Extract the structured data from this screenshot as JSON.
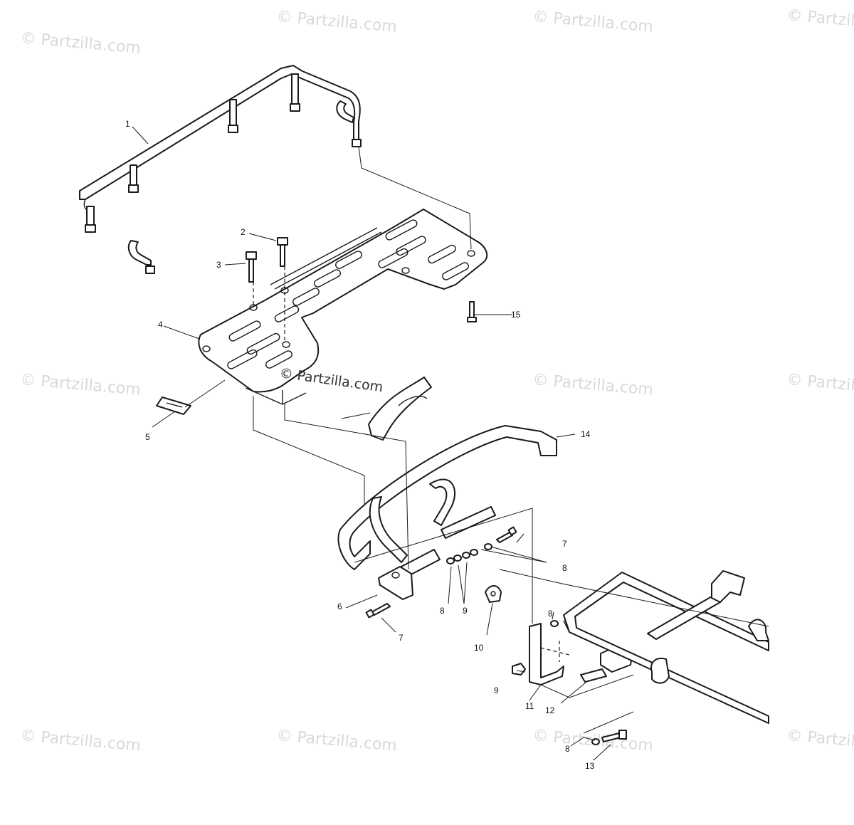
{
  "watermark": {
    "text": "© Partzilla.com"
  },
  "callouts": [
    {
      "id": "c1",
      "label": "1"
    },
    {
      "id": "c2",
      "label": "2"
    },
    {
      "id": "c3",
      "label": "3"
    },
    {
      "id": "c4",
      "label": "4"
    },
    {
      "id": "c5",
      "label": "5"
    },
    {
      "id": "c6",
      "label": "6"
    },
    {
      "id": "c7a",
      "label": "7"
    },
    {
      "id": "c7b",
      "label": "7"
    },
    {
      "id": "c8a",
      "label": "8"
    },
    {
      "id": "c8b",
      "label": "8"
    },
    {
      "id": "c8c",
      "label": "8"
    },
    {
      "id": "c8d",
      "label": "8"
    },
    {
      "id": "c9a",
      "label": "9"
    },
    {
      "id": "c9b",
      "label": "9"
    },
    {
      "id": "c10",
      "label": "10"
    },
    {
      "id": "c11",
      "label": "11"
    },
    {
      "id": "c12",
      "label": "12"
    },
    {
      "id": "c13",
      "label": "13"
    },
    {
      "id": "c14",
      "label": "14"
    },
    {
      "id": "c15",
      "label": "15"
    }
  ]
}
